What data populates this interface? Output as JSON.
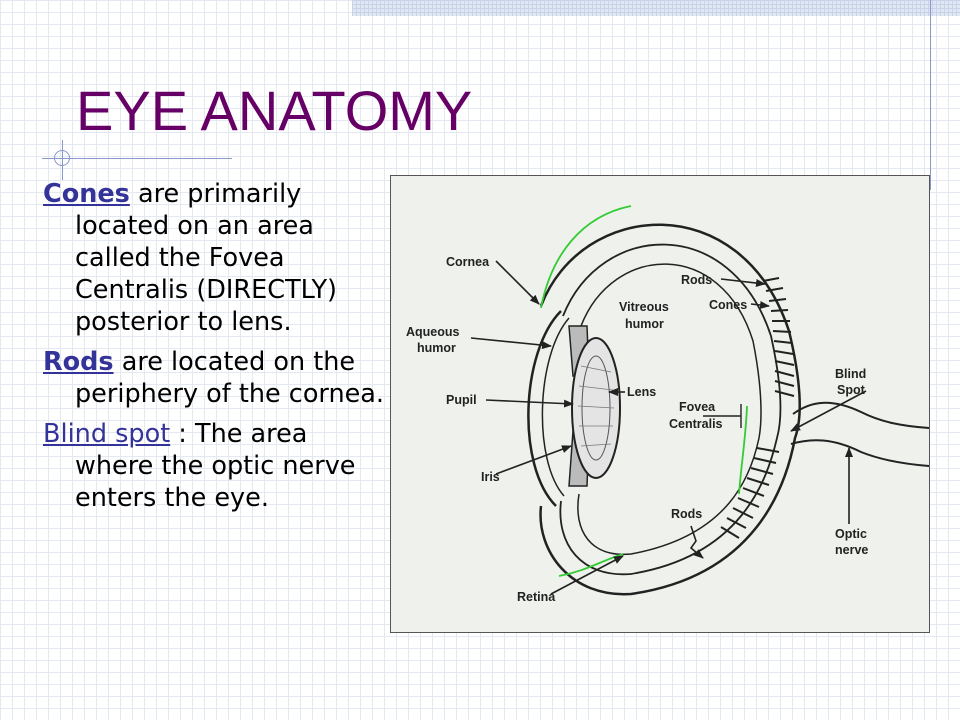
{
  "slide": {
    "title": "EYE ANATOMY",
    "bullets": [
      {
        "term": "Cones",
        "text": " are primarily located on an area called the Fovea Centralis (DIRECTLY) posterior to lens."
      },
      {
        "term": "Rods",
        "text": " are located on the periphery of the cornea."
      },
      {
        "term": "Blind spot",
        "text": " : The area where the optic nerve enters the eye."
      }
    ]
  },
  "diagram": {
    "labels": {
      "cornea": "Cornea",
      "aqueous_1": "Aqueous",
      "aqueous_2": "humor",
      "pupil": "Pupil",
      "iris": "Iris",
      "rods_top": "Rods",
      "cones": "Cones",
      "vitreous_1": "Vitreous",
      "vitreous_2": "humor",
      "lens": "Lens",
      "fovea_1": "Fovea",
      "fovea_2": "Centralis",
      "blind_1": "Blind",
      "blind_2": "Spot",
      "rods_bottom": "Rods",
      "optic_1": "Optic",
      "optic_2": "nerve",
      "retina": "Retina"
    },
    "colors": {
      "ink": "#222222",
      "highlight": "#33cc33",
      "background": "#eef1ec"
    }
  }
}
